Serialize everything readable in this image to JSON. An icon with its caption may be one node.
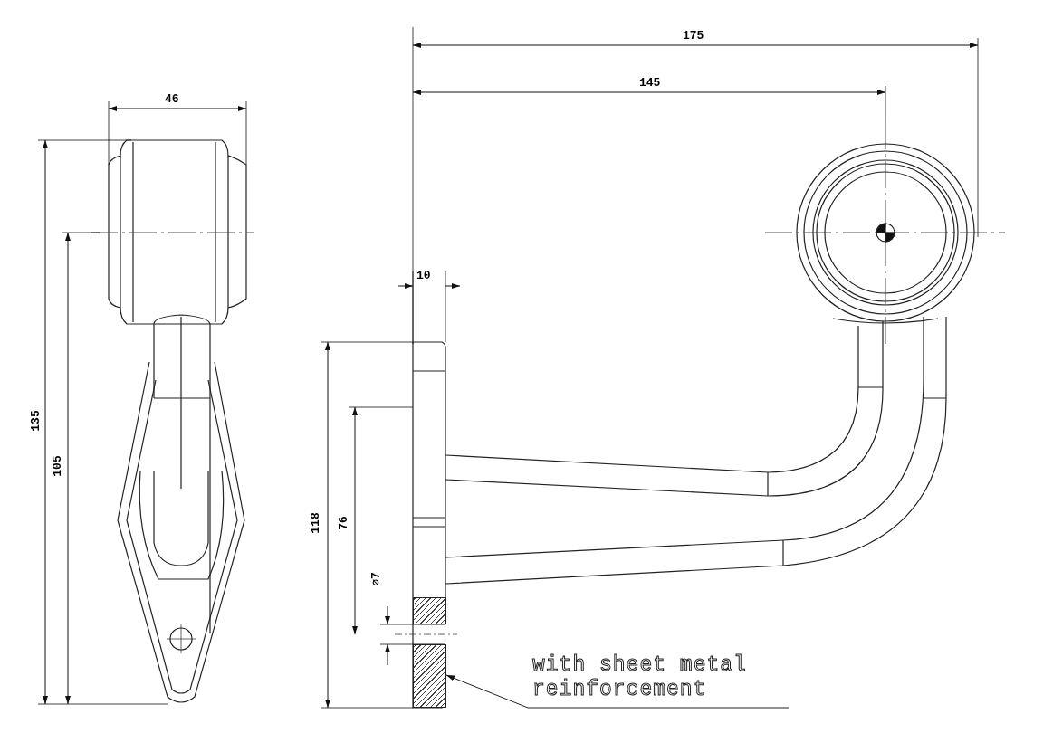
{
  "diagram": {
    "nodes": [
      {
        "text": [
          "with sheet metal reinforcement"
        ]
      },
      {
        "text": [],
        "shape": "box"
      }
    ],
    "edges": [
      {
        "from": 0,
        "to": 1,
        "arrow": "to"
      }
    ],
    "labels": [
      "175",
      "145",
      "46",
      "10",
      "135",
      "105",
      "118",
      "76",
      "⌀7"
    ]
  }
}
